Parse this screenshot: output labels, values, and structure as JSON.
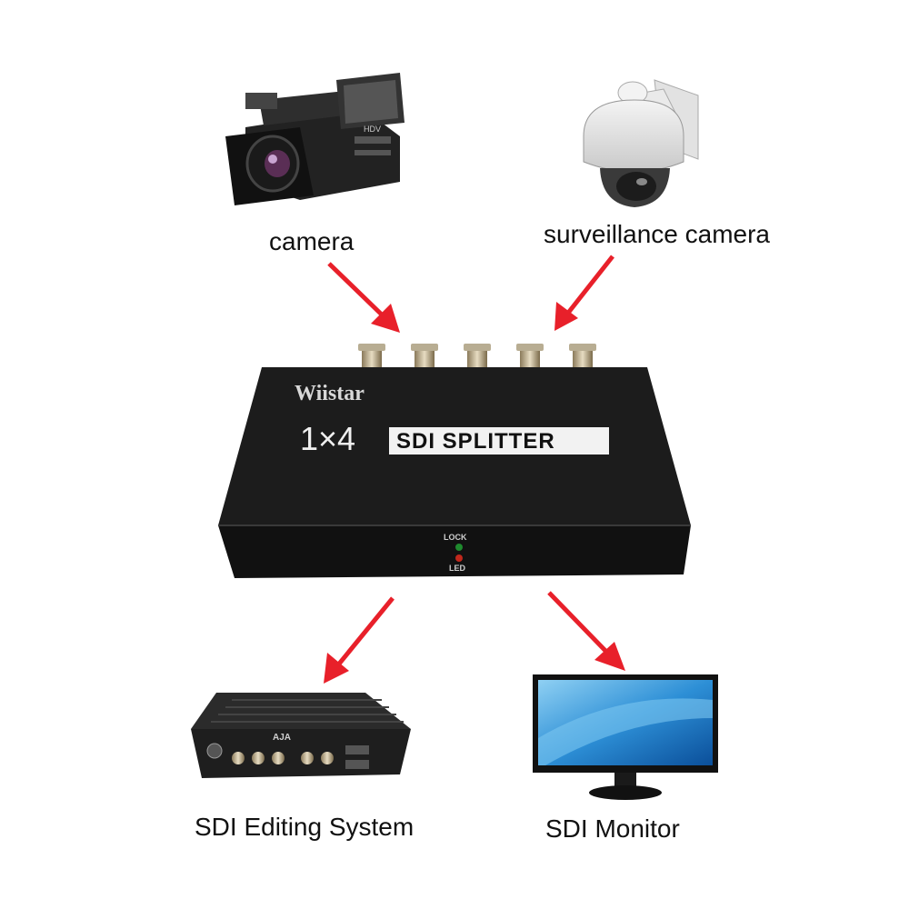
{
  "labels": {
    "camera": "camera",
    "surveillance": "surveillance camera",
    "editing": "SDI Editing System",
    "monitor": "SDI Monitor"
  },
  "device": {
    "brand": "Wiistar",
    "model_prefix": "1×4",
    "model_name": "SDI SPLITTER",
    "lock_label": "LOCK",
    "led_label": "LED"
  },
  "editing_device_badge": "AJA",
  "colors": {
    "arrow": "#e8202a",
    "device_body": "#1c1c1c",
    "lock_led": "#1f8a2e",
    "power_led": "#c0281c"
  },
  "icons": {
    "camera": "camcorder-icon",
    "surveillance": "dome-camera-icon",
    "editing": "editing-system-icon",
    "monitor": "monitor-icon"
  }
}
